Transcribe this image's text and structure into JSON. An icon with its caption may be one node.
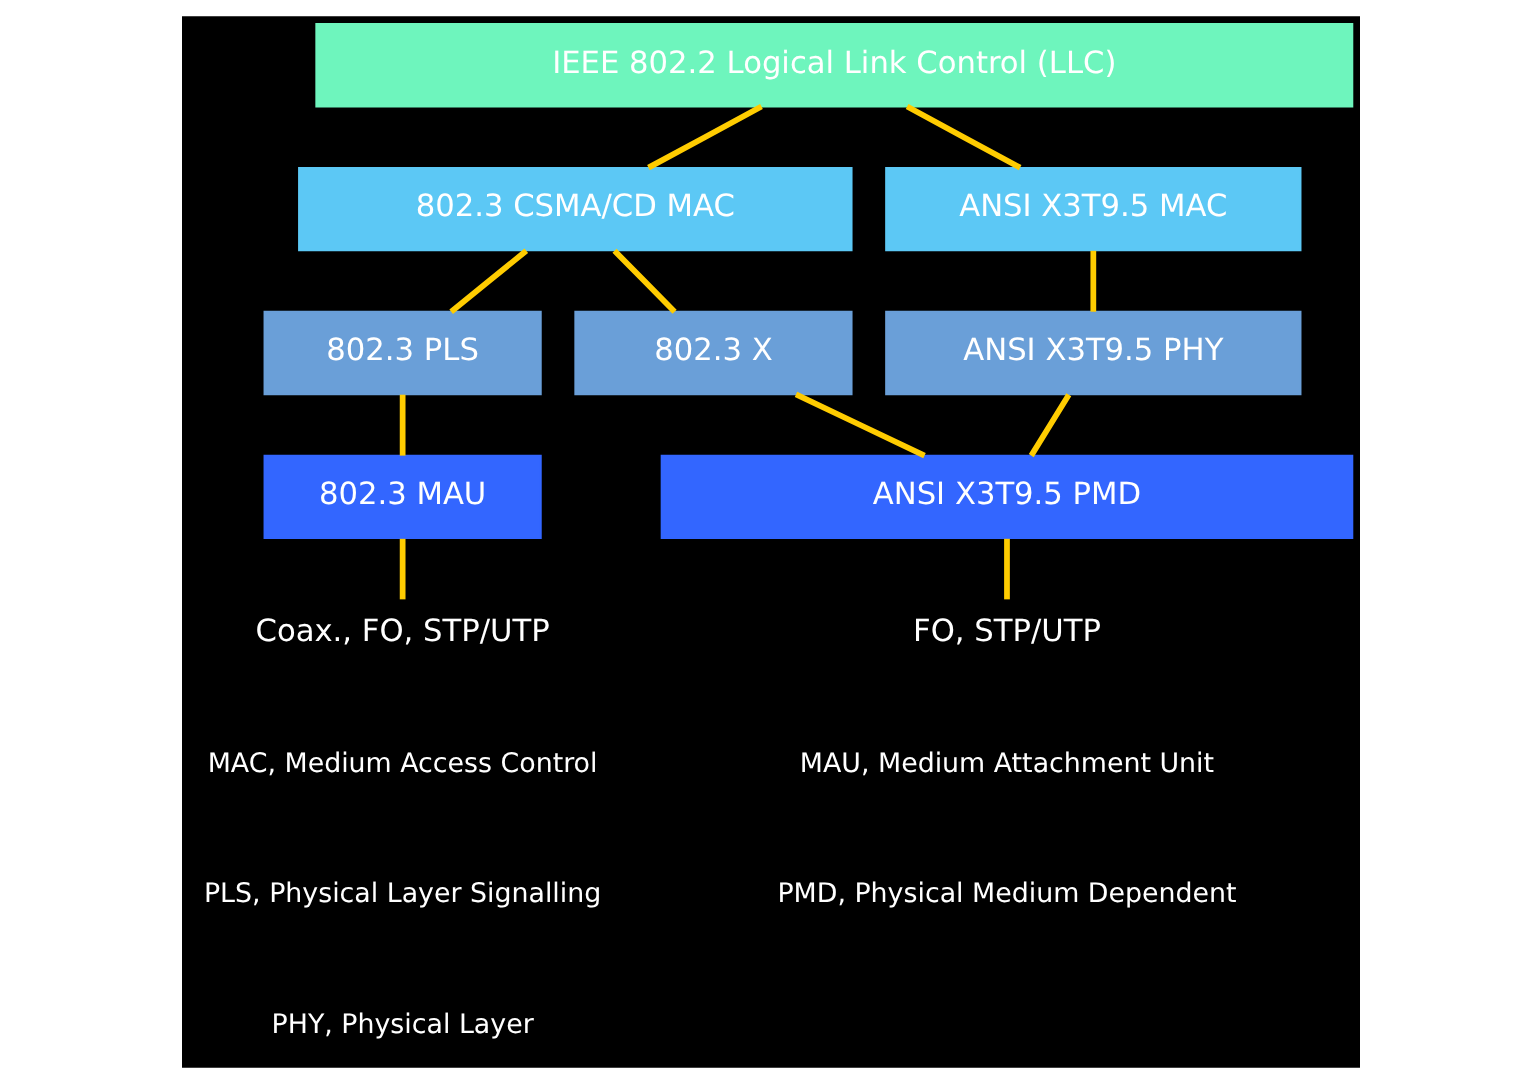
{
  "diagram": {
    "nodes": [
      {
        "text": [
          "IEEE 802.2 Logical Link Control (LLC)"
        ]
      },
      {
        "text": [
          "802.3 CSMA/CD MAC"
        ]
      },
      {
        "text": [
          "ANSI X3T9.5 MAC"
        ]
      },
      {
        "text": [
          "802.3 PLS"
        ]
      },
      {
        "text": [
          "802.3 X"
        ]
      },
      {
        "text": [
          "ANSI X3T9.5 PHY"
        ]
      },
      {
        "text": [
          "802.3 MAU"
        ]
      },
      {
        "text": [
          "ANSI X3T9.5 PMD"
        ]
      },
      {
        "text": [
          "Coax., FO, STP/UTP"
        ]
      },
      {
        "text": [
          "FO, STP/UTP"
        ]
      }
    ],
    "edges": [
      {
        "from": 0,
        "to": 1,
        "arrow": "none"
      },
      {
        "from": 0,
        "to": 2,
        "arrow": "none"
      },
      {
        "from": 1,
        "to": 3,
        "arrow": "none"
      },
      {
        "from": 1,
        "to": 4,
        "arrow": "none"
      },
      {
        "from": 2,
        "to": 5,
        "arrow": "none"
      },
      {
        "from": 3,
        "to": 6,
        "arrow": "none"
      },
      {
        "from": 4,
        "to": 7,
        "arrow": "none"
      },
      {
        "from": 5,
        "to": 7,
        "arrow": "none"
      },
      {
        "from": 6,
        "to": 8,
        "arrow": "none"
      },
      {
        "from": 7,
        "to": 9,
        "arrow": "none"
      }
    ],
    "labels": [
      "MAC, Medium Access Control",
      "MAU, Medium Attachment Unit",
      "PLS, Physical Layer Signalling",
      "PMD, Physical Medium Dependent",
      "PHY, Physical Layer"
    ]
  }
}
